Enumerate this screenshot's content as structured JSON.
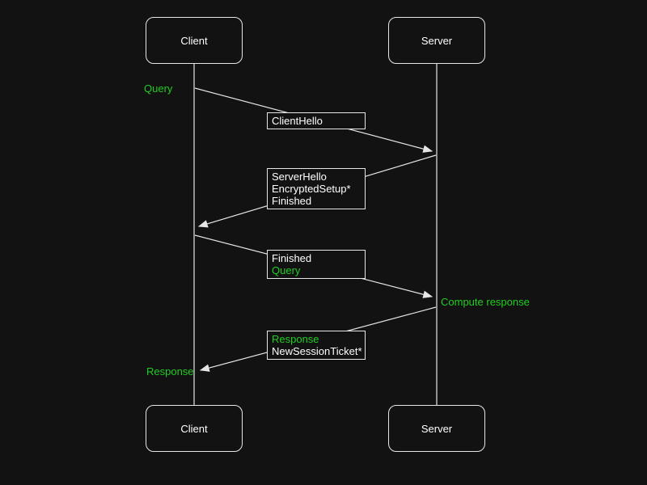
{
  "colors": {
    "background": "#121212",
    "line": "#e6e6e6",
    "text": "#ffffff",
    "green": "#22cc22"
  },
  "actors": {
    "top": [
      {
        "label": "Client"
      },
      {
        "label": "Server"
      }
    ],
    "bottom": [
      {
        "label": "Client"
      },
      {
        "label": "Server"
      }
    ]
  },
  "messages": [
    {
      "direction": "client-to-server",
      "lines": [
        {
          "text": "ClientHello",
          "color": "white"
        }
      ]
    },
    {
      "direction": "server-to-client",
      "lines": [
        {
          "text": "ServerHello",
          "color": "white"
        },
        {
          "text": "EncryptedSetup*",
          "color": "white"
        },
        {
          "text": "Finished",
          "color": "white"
        }
      ]
    },
    {
      "direction": "client-to-server",
      "lines": [
        {
          "text": "Finished",
          "color": "white"
        },
        {
          "text": "Query",
          "color": "green"
        }
      ]
    },
    {
      "direction": "server-to-client",
      "lines": [
        {
          "text": "Response",
          "color": "green"
        },
        {
          "text": "NewSessionTicket*",
          "color": "white"
        }
      ]
    }
  ],
  "annotations": [
    {
      "text": "Query",
      "side": "client-left"
    },
    {
      "text": "Compute response",
      "side": "server-right"
    },
    {
      "text": "Response",
      "side": "client-left"
    }
  ]
}
